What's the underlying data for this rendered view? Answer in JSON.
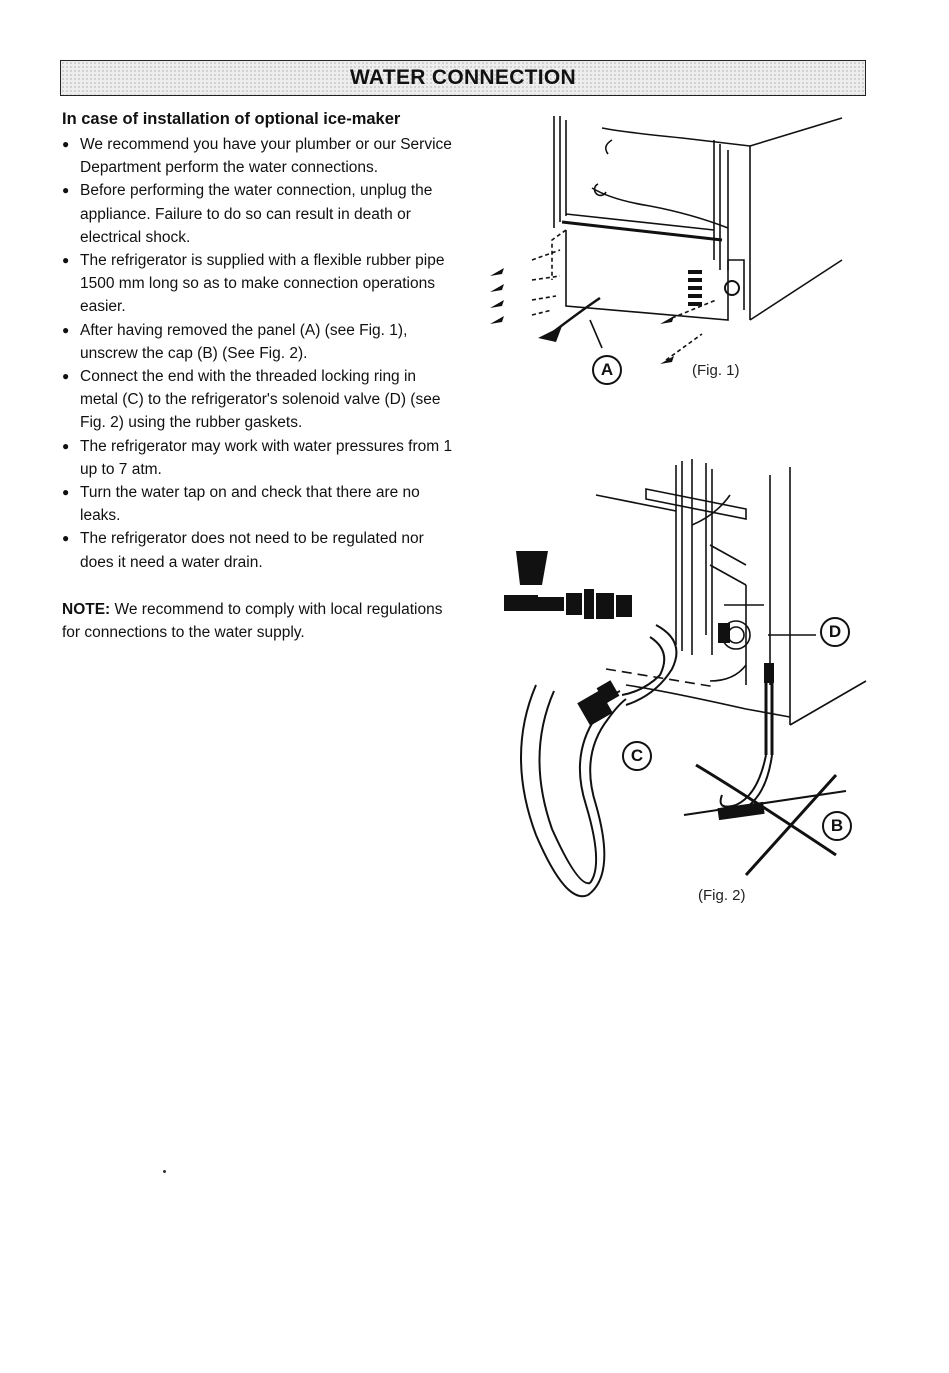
{
  "header": {
    "title": "WATER CONNECTION"
  },
  "section": {
    "heading": "In case of installation of optional ice-maker",
    "bullets": [
      "We recommend you have your plumber or our Service Department perform the water connections.",
      "Before performing the water connection, unplug the appliance. Failure to do so can result in death or electrical shock.",
      "The refrigerator is supplied with a flexible rubber pipe 1500 mm long so as to make connection operations easier.",
      "After having removed the panel (A) (see Fig. 1), unscrew the cap (B) (See Fig. 2).",
      "Connect the end with the threaded locking ring in metal (C) to the refrigerator's solenoid valve (D) (see Fig. 2) using the rubber gaskets.",
      "The refrigerator may work with water pressures from 1 up to 7 atm.",
      "Turn the water tap on and check that there are no leaks.",
      "The refrigerator does not need to be regulated nor does it need a water drain."
    ],
    "note_label": "NOTE:",
    "note_text": " We recommend to comply with local regulations for connections to the water supply."
  },
  "figures": {
    "fig1_caption": "(Fig. 1)",
    "fig2_caption": "(Fig. 2)",
    "callouts": {
      "A": "A",
      "B": "B",
      "C": "C",
      "D": "D"
    }
  }
}
